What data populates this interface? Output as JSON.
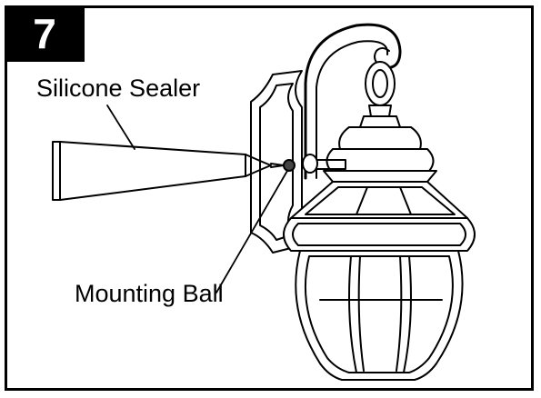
{
  "step_number": "7",
  "labels": {
    "silicone_sealer": "Silicone Sealer",
    "mounting_ball": "Mounting Ball"
  }
}
